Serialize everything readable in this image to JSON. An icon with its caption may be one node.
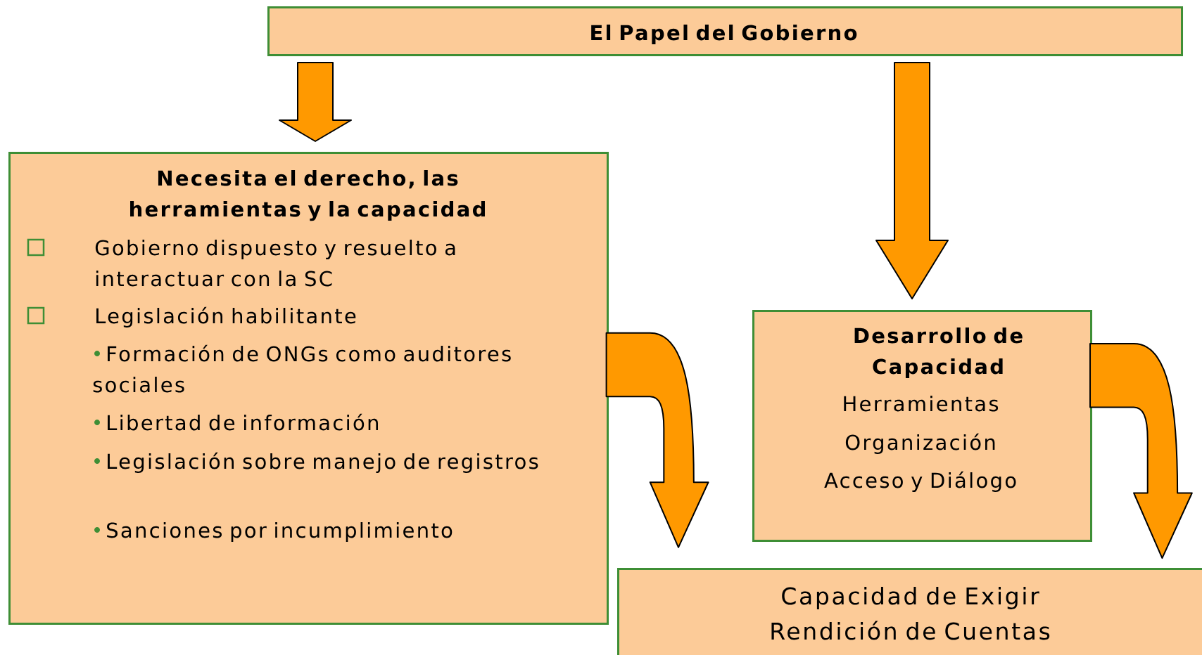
{
  "diagram": {
    "nodes": [
      {
        "text": [
          "El Papel del Gobierno"
        ]
      },
      {
        "text": [
          "Necesita el derecho, las herramientas y la capacidad",
          "Gobierno dispuesto y resuelto a interactuar con la SC",
          "Legislación habilitante",
          "Formación de ONGs como auditores sociales",
          "Libertad de información",
          "Legislación sobre manejo de registros",
          "Sanciones por incumplimiento"
        ]
      },
      {
        "text": [
          "Desarrollo de Capacidad",
          "Herramientas",
          "Organización",
          "Acceso y Diálogo"
        ]
      },
      {
        "text": [
          "Capacidad de Exigir Rendición de Cuentas"
        ]
      }
    ],
    "edges": [
      {
        "from": 0,
        "to": 1,
        "arrow": "to"
      },
      {
        "from": 0,
        "to": 2,
        "arrow": "to"
      },
      {
        "from": 1,
        "to": 3,
        "arrow": "to"
      },
      {
        "from": 2,
        "to": 3,
        "arrow": "to"
      }
    ]
  }
}
